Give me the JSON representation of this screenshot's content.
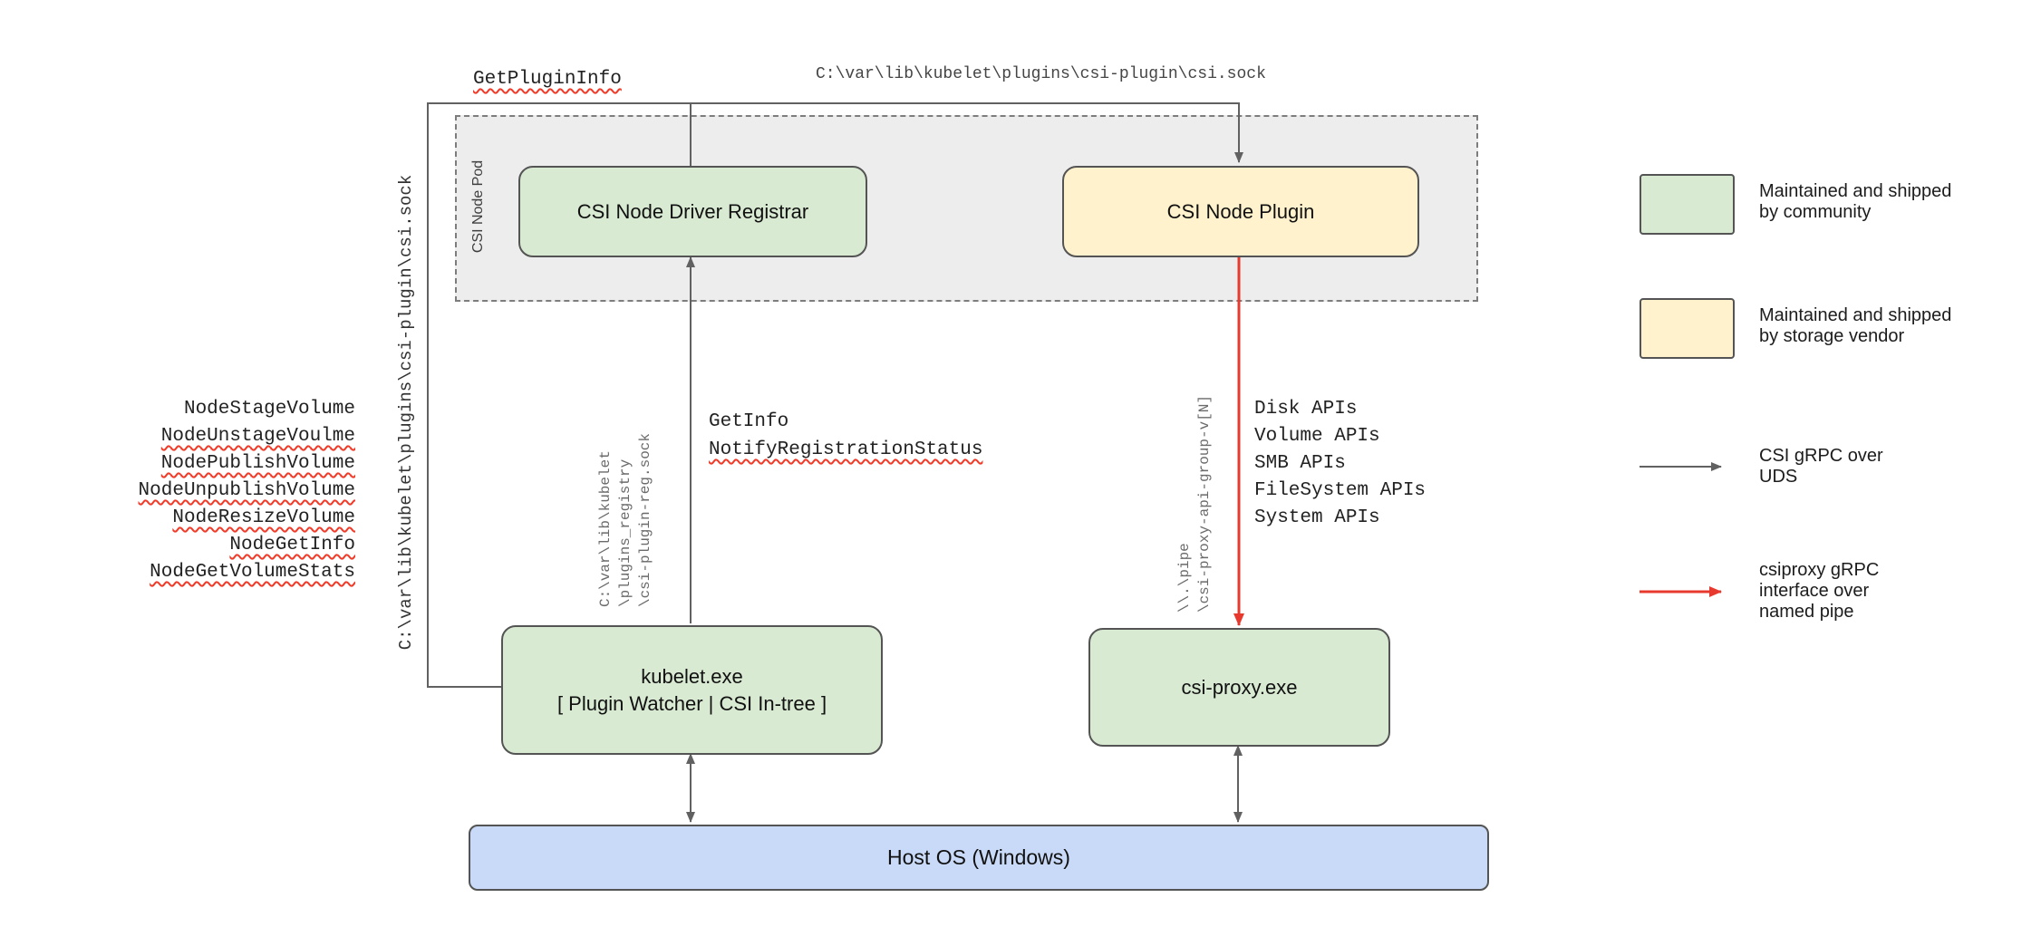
{
  "colors": {
    "community_green": "#d9ead3",
    "vendor_yellow": "#fff2cc",
    "host_blue": "#c9daf8",
    "pod_gray": "#ededed",
    "connector_gray": "#616161",
    "connector_red": "#e8392e",
    "squiggle_red": "#f13a28"
  },
  "pod": {
    "label": "CSI Node Pod"
  },
  "nodes": {
    "registrar": "CSI Node Driver Registrar",
    "plugin": "CSI Node Plugin",
    "kubelet_line1": "kubelet.exe",
    "kubelet_line2": "[ Plugin Watcher | CSI In-tree ]",
    "csi_proxy": "csi-proxy.exe",
    "host_os": "Host OS (Windows)"
  },
  "labels": {
    "get_plugin_info": "GetPluginInfo",
    "csi_sock_path_horizontal": "C:\\var\\lib\\kubelet\\plugins\\csi-plugin\\csi.sock",
    "csi_sock_path_vertical": "C:\\var\\lib\\kubelet\\plugins\\csi-plugin\\csi.sock",
    "get_info": "GetInfo",
    "notify_registration_status": "NotifyRegistrationStatus",
    "registration_sock_lines": [
      "C:\\var\\lib\\kubelet",
      "\\plugins_registry",
      "\\csi-plugin-reg.sock"
    ],
    "pipe_lines": [
      "\\\\.\\pipe",
      "\\csi-proxy-api-group-v[N]"
    ]
  },
  "node_methods": [
    {
      "label": "NodeStageVolume",
      "squiggle": false
    },
    {
      "label": "NodeUnstageVoulme",
      "squiggle": true
    },
    {
      "label": "NodePublishVolume",
      "squiggle": true
    },
    {
      "label": "NodeUnpublishVolume",
      "squiggle": true
    },
    {
      "label": "NodeResizeVolume",
      "squiggle": true
    },
    {
      "label": "NodeGetInfo",
      "squiggle": true
    },
    {
      "label": "NodeGetVolumeStats",
      "squiggle": true
    }
  ],
  "api_groups": [
    "Disk APIs",
    "Volume APIs",
    "SMB APIs",
    "FileSystem APIs",
    "System APIs"
  ],
  "legend": [
    {
      "type": "swatch",
      "color": "#d9ead3",
      "lines": [
        "Maintained and shipped",
        "by community"
      ]
    },
    {
      "type": "swatch",
      "color": "#fff2cc",
      "lines": [
        "Maintained and shipped",
        "by storage vendor"
      ]
    },
    {
      "type": "arrow",
      "color": "#616161",
      "lines": [
        "CSI gRPC over",
        "UDS"
      ]
    },
    {
      "type": "arrow",
      "color": "#e8392e",
      "lines": [
        "csiproxy gRPC",
        "interface over",
        "named pipe"
      ]
    }
  ]
}
